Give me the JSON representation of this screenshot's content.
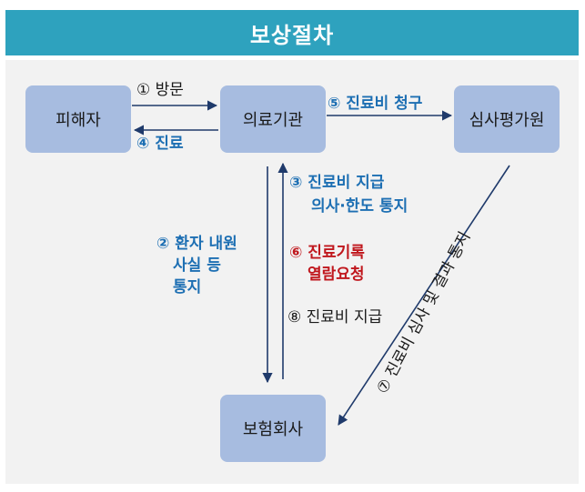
{
  "title": "보상절차",
  "nodes": {
    "victim": "피해자",
    "hospital": "의료기관",
    "review": "심사평가원",
    "insurer": "보험회사"
  },
  "edges": {
    "step1": "① 방문",
    "step4": "④ 진료",
    "step5": "⑤ 진료비 청구",
    "step3_line1": "③ 진료비 지급",
    "step3_line2": "의사·한도 통지",
    "step2_line1": "② 환자 내원",
    "step2_line2": "사실 등",
    "step2_line3": "통지",
    "step6_line1": "⑥ 진료기록",
    "step6_line2": "열람요청",
    "step8": "⑧ 진료비 지급",
    "step7": "⑦ 진료비 심사 및 결과 통지"
  },
  "colors": {
    "title_bg": "#2ea2be",
    "node_fill": "#a7bce0",
    "arrow": "#1f3a6b",
    "label_blue": "#1d6fb3",
    "label_red": "#c0171d",
    "panel_bg": "#f2f2f2"
  }
}
